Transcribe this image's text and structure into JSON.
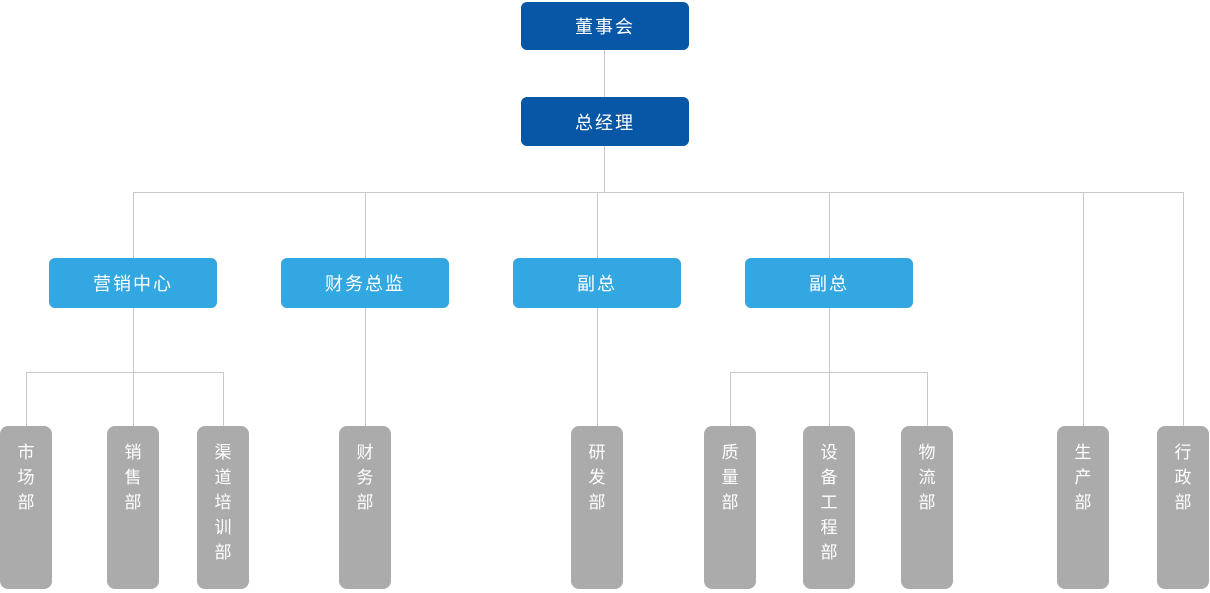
{
  "org_chart": {
    "nodes": {
      "board": {
        "label": "董事会"
      },
      "general_manager": {
        "label": "总经理"
      },
      "marketing_center": {
        "label": "营销中心"
      },
      "finance_director": {
        "label": "财务总监"
      },
      "vice_gm_1": {
        "label": "副总"
      },
      "vice_gm_2": {
        "label": "副总"
      },
      "market_dept": {
        "label": "市场部"
      },
      "sales_dept": {
        "label": "销售部"
      },
      "channel_training_dept": {
        "label": "渠道培训部"
      },
      "finance_dept": {
        "label": "财务部"
      },
      "rd_dept": {
        "label": "研发部"
      },
      "quality_dept": {
        "label": "质量部"
      },
      "equipment_engineering_dept": {
        "label": "设备工程部"
      },
      "logistics_dept": {
        "label": "物流部"
      },
      "production_dept": {
        "label": "生产部"
      },
      "admin_dept": {
        "label": "行政部"
      }
    },
    "hierarchy": {
      "董事会": [
        "总经理"
      ],
      "总经理": [
        "营销中心",
        "财务总监",
        "副总",
        "副总",
        "生产部",
        "行政部"
      ],
      "营销中心": [
        "市场部",
        "销售部",
        "渠道培训部"
      ],
      "财务总监": [
        "财务部"
      ],
      "副总_1": [
        "研发部"
      ],
      "副总_2": [
        "质量部",
        "设备工程部",
        "物流部"
      ]
    },
    "colors": {
      "executive_box": "#0856a6",
      "manager_box": "#33a7e1",
      "department_box": "#ababab",
      "connector": "#c8c8c8",
      "text": "#ffffff"
    }
  }
}
